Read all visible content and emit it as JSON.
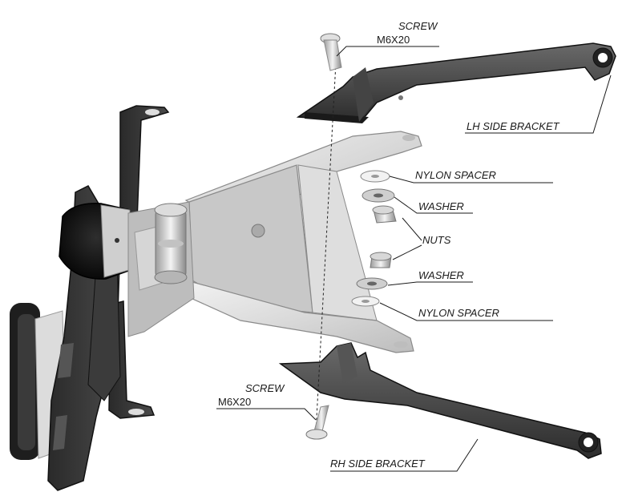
{
  "diagram": {
    "labels": {
      "screw_top": "SCREW",
      "screw_top_size": "M6X20",
      "lh_bracket": "LH SIDE BRACKET",
      "nylon_spacer_top": "NYLON SPACER",
      "washer_top": "WASHER",
      "nuts": "NUTS",
      "washer_bottom": "WASHER",
      "nylon_spacer_bottom": "NYLON SPACER",
      "screw_bottom": "SCREW",
      "screw_bottom_size": "M6X20",
      "rh_bracket": "RH SIDE BRACKET"
    }
  }
}
